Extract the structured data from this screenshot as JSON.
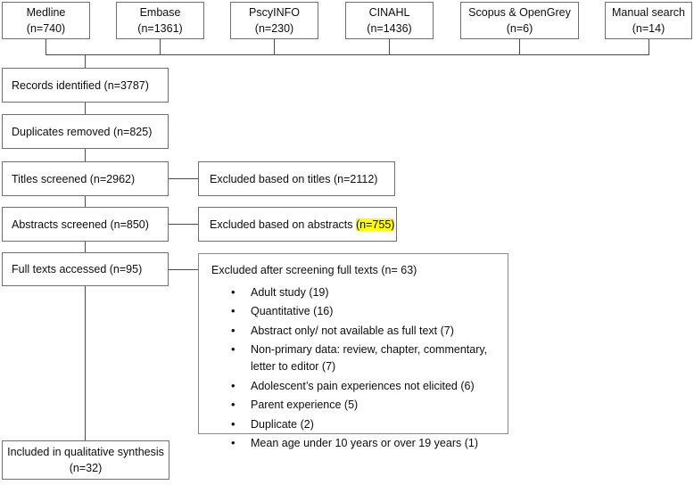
{
  "diagram": {
    "type": "prisma-flow-diagram",
    "sources": [
      {
        "name": "Medline",
        "count": "(n=740)"
      },
      {
        "name": "Embase",
        "count": "(n=1361)"
      },
      {
        "name": "PscyINFO",
        "count": "(n=230)"
      },
      {
        "name": "CINAHL",
        "count": "(n=1436)"
      },
      {
        "name": "Scopus & OpenGrey",
        "count": "(n=6)"
      },
      {
        "name": "Manual search",
        "count": "(n=14)"
      }
    ],
    "flow": [
      {
        "label": "Records identified (n=3787)"
      },
      {
        "label": "Duplicates removed (n=825)"
      },
      {
        "label": "Titles screened (n=2962)"
      },
      {
        "label": "Abstracts screened (n=850)"
      },
      {
        "label": "Full texts accessed (n=95)"
      },
      {
        "label": "Included in qualitative synthesis",
        "label2": "(n=32)"
      }
    ],
    "exclusions": {
      "titles": "Excluded based on titles (n=2112)",
      "abstracts_prefix": "Excluded based on abstracts ",
      "abstracts_highlight": "(n=755)",
      "fulltext_title": "Excluded after screening full texts (n= 63)",
      "fulltext_reasons": [
        "Adult study (19)",
        "Quantitative (16)",
        "Abstract only/ not available as full text (7)",
        "Non-primary data: review, chapter, commentary, letter to editor (7)",
        "Adolescent’s pain experiences not elicited (6)",
        "Parent experience (5)",
        "Duplicate (2)",
        "Mean age under 10 years or over 19 years (1)"
      ]
    },
    "colors": {
      "border": "#6e6e6e",
      "connector": "#4a4a4a",
      "highlight": "#ffff00",
      "text": "#0d0d0d",
      "background": "#ffffff"
    }
  }
}
